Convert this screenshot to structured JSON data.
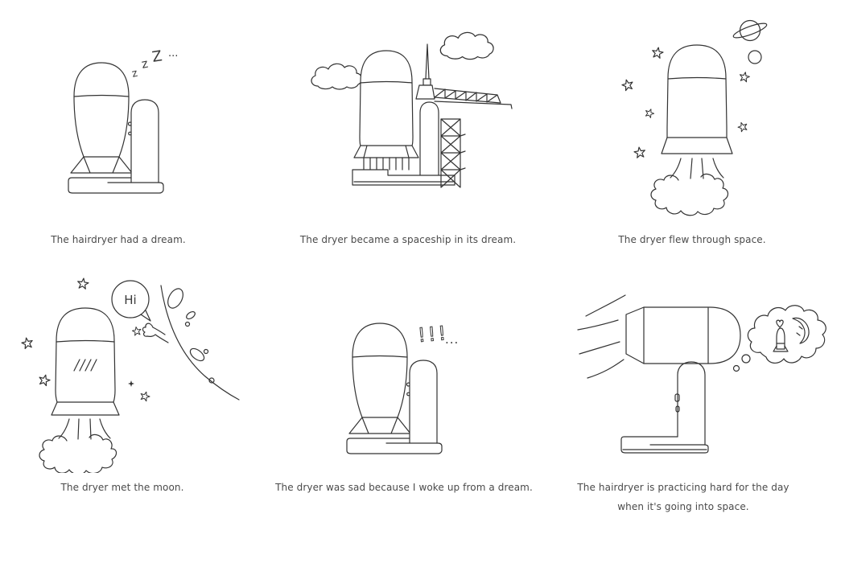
{
  "style": {
    "background": "#ffffff",
    "line_color": "#333333",
    "caption_color": "#4a4a4a"
  },
  "panels": [
    {
      "caption": "The hairdryer had a dream.",
      "sfx": {
        "z1": "z",
        "z2": "z",
        "z3": "Z",
        "dots": "..."
      }
    },
    {
      "caption": "The dryer became a spaceship in its dream."
    },
    {
      "caption": "The dryer flew through space."
    },
    {
      "caption": "The dryer met the moon.",
      "speech": "Hi"
    },
    {
      "caption": "The dryer was sad because I woke up from a dream.",
      "sfx": {
        "marks": "!!!",
        "dots": "..."
      }
    },
    {
      "caption": "The hairdryer is practicing hard for the day when it's going into space."
    }
  ]
}
